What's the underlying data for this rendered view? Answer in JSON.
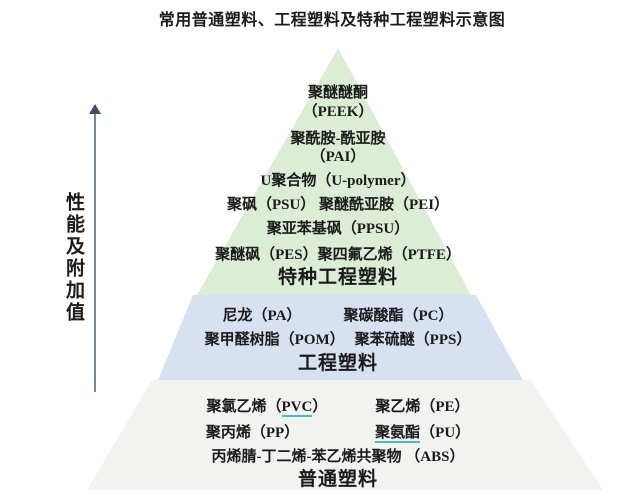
{
  "title": "常用普通塑料、工程塑料及特种工程塑料示意图",
  "axis": {
    "label": "性能及附加值",
    "direction": "up"
  },
  "colors": {
    "tier_special": "#dcedd5",
    "tier_engineering": "#d8e1f1",
    "tier_common": "#f2f2f0",
    "underline": "#43bccd",
    "arrow_line": "#7286a0",
    "arrow_head": "#3d4e66",
    "text": "#1b1b1b"
  },
  "pyramid": {
    "special": {
      "label": "特种工程塑料",
      "lines": [
        "聚醚醚酮",
        "（PEEK）",
        "聚酰胺-酰亚胺",
        "（PAI）",
        "U聚合物（U-polymer）",
        "聚砜（PSU） 聚醚酰亚胺（PEI）",
        "聚亚苯基砜（PPSU）",
        "聚醚砜（PES）聚四氟乙烯（PTFE）"
      ]
    },
    "engineering": {
      "label": "工程塑料",
      "rows": [
        {
          "left": "尼龙（PA）",
          "right": "聚碳酸酯（PC）"
        },
        {
          "left": "聚甲醛树脂（POM）",
          "right": "聚苯硫醚（PPS）"
        }
      ]
    },
    "common": {
      "label": "普通塑料",
      "row1": {
        "left_prefix": "聚氯乙烯（",
        "left_link": "PVC",
        "left_suffix": "）",
        "right": "聚乙烯（PE）"
      },
      "row2": {
        "left": "聚丙烯（PP）",
        "right_link": "聚氨酯",
        "right_suffix": "（PU）"
      },
      "row3": "丙烯腈-丁二烯-苯乙烯共聚物 （ABS）"
    }
  }
}
